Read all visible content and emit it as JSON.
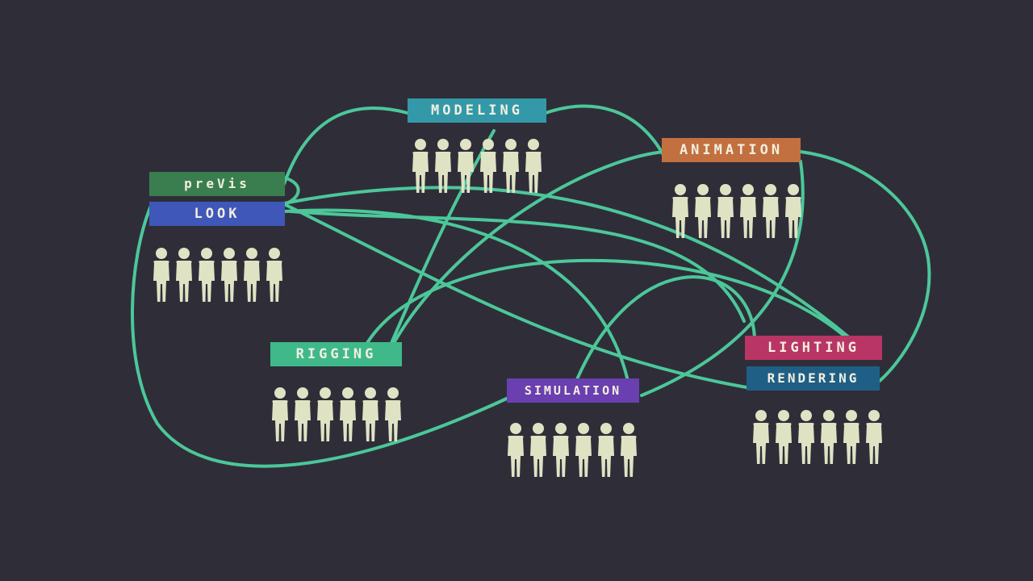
{
  "departments": [
    {
      "id": "previs",
      "label": "preVis",
      "color": "#3a7e4f"
    },
    {
      "id": "look",
      "label": "LOOK",
      "color": "#3f57b8"
    },
    {
      "id": "modeling",
      "label": "MODELING",
      "color": "#3399a8"
    },
    {
      "id": "animation",
      "label": "ANIMATION",
      "color": "#c2703f"
    },
    {
      "id": "rigging",
      "label": "RIGGING",
      "color": "#3fb98a"
    },
    {
      "id": "simulation",
      "label": "SIMULATION",
      "color": "#6a3fb0"
    },
    {
      "id": "lighting",
      "label": "LIGHTING",
      "color": "#b83565"
    },
    {
      "id": "rendering",
      "label": "RENDERING",
      "color": "#1f5f86"
    }
  ],
  "team_size": 6,
  "colors": {
    "background": "#2f2e38",
    "link": "#4cc79a",
    "person": "#dfe3c4",
    "label_text": "#f2efe0"
  }
}
